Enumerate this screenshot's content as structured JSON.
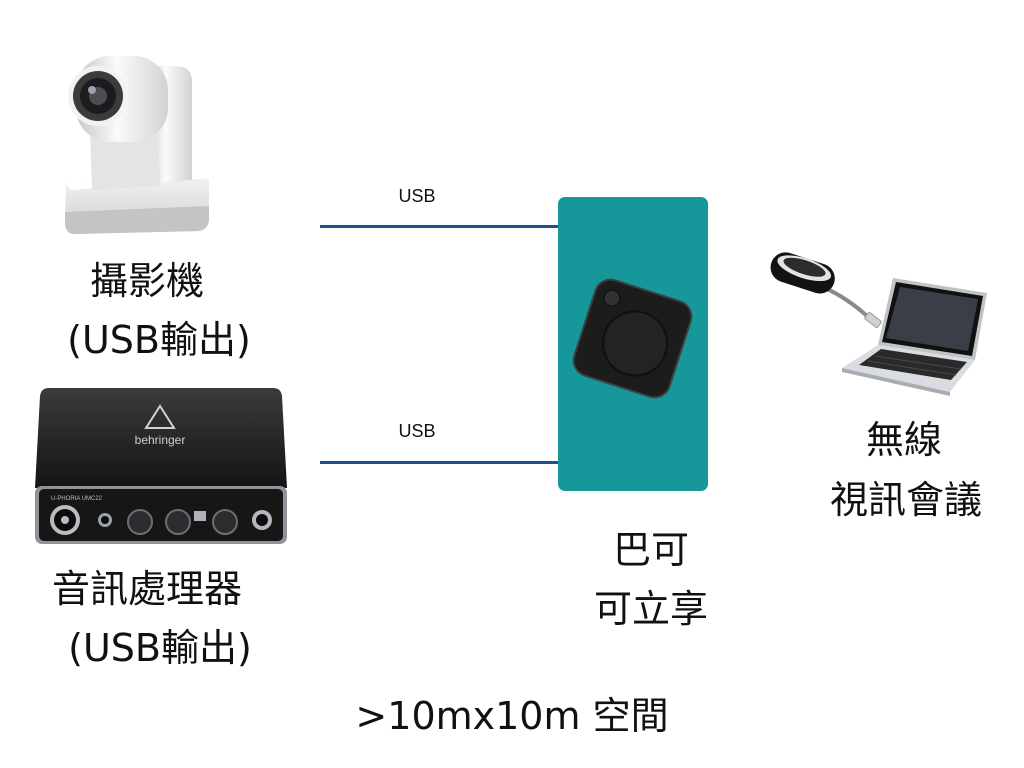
{
  "devices": {
    "camera": {
      "icon": "ptz-camera-icon",
      "label_line1": "攝影機",
      "label_line2": "(USB輸出)"
    },
    "audio": {
      "icon": "audio-interface-icon",
      "brand": "behringer",
      "model_text": "U-PHORIA UMC22",
      "label_line1": "音訊處理器",
      "label_line2": "(USB輸出)"
    },
    "hub": {
      "icon": "clickshare-base-unit-icon",
      "label_line1": "巴可",
      "label_line2": "可立享"
    },
    "wireless": {
      "icon": "laptop-with-clickshare-button-icon",
      "label_line1": "無線",
      "label_line2": "視訊會議"
    }
  },
  "connections": [
    {
      "label": "USB"
    },
    {
      "label": "USB"
    }
  ],
  "footer": {
    "text": ">10mx10m 空間"
  },
  "colors": {
    "hub_background": "#16989a",
    "connection_line": "#1f4f8f",
    "text": "#111111"
  }
}
